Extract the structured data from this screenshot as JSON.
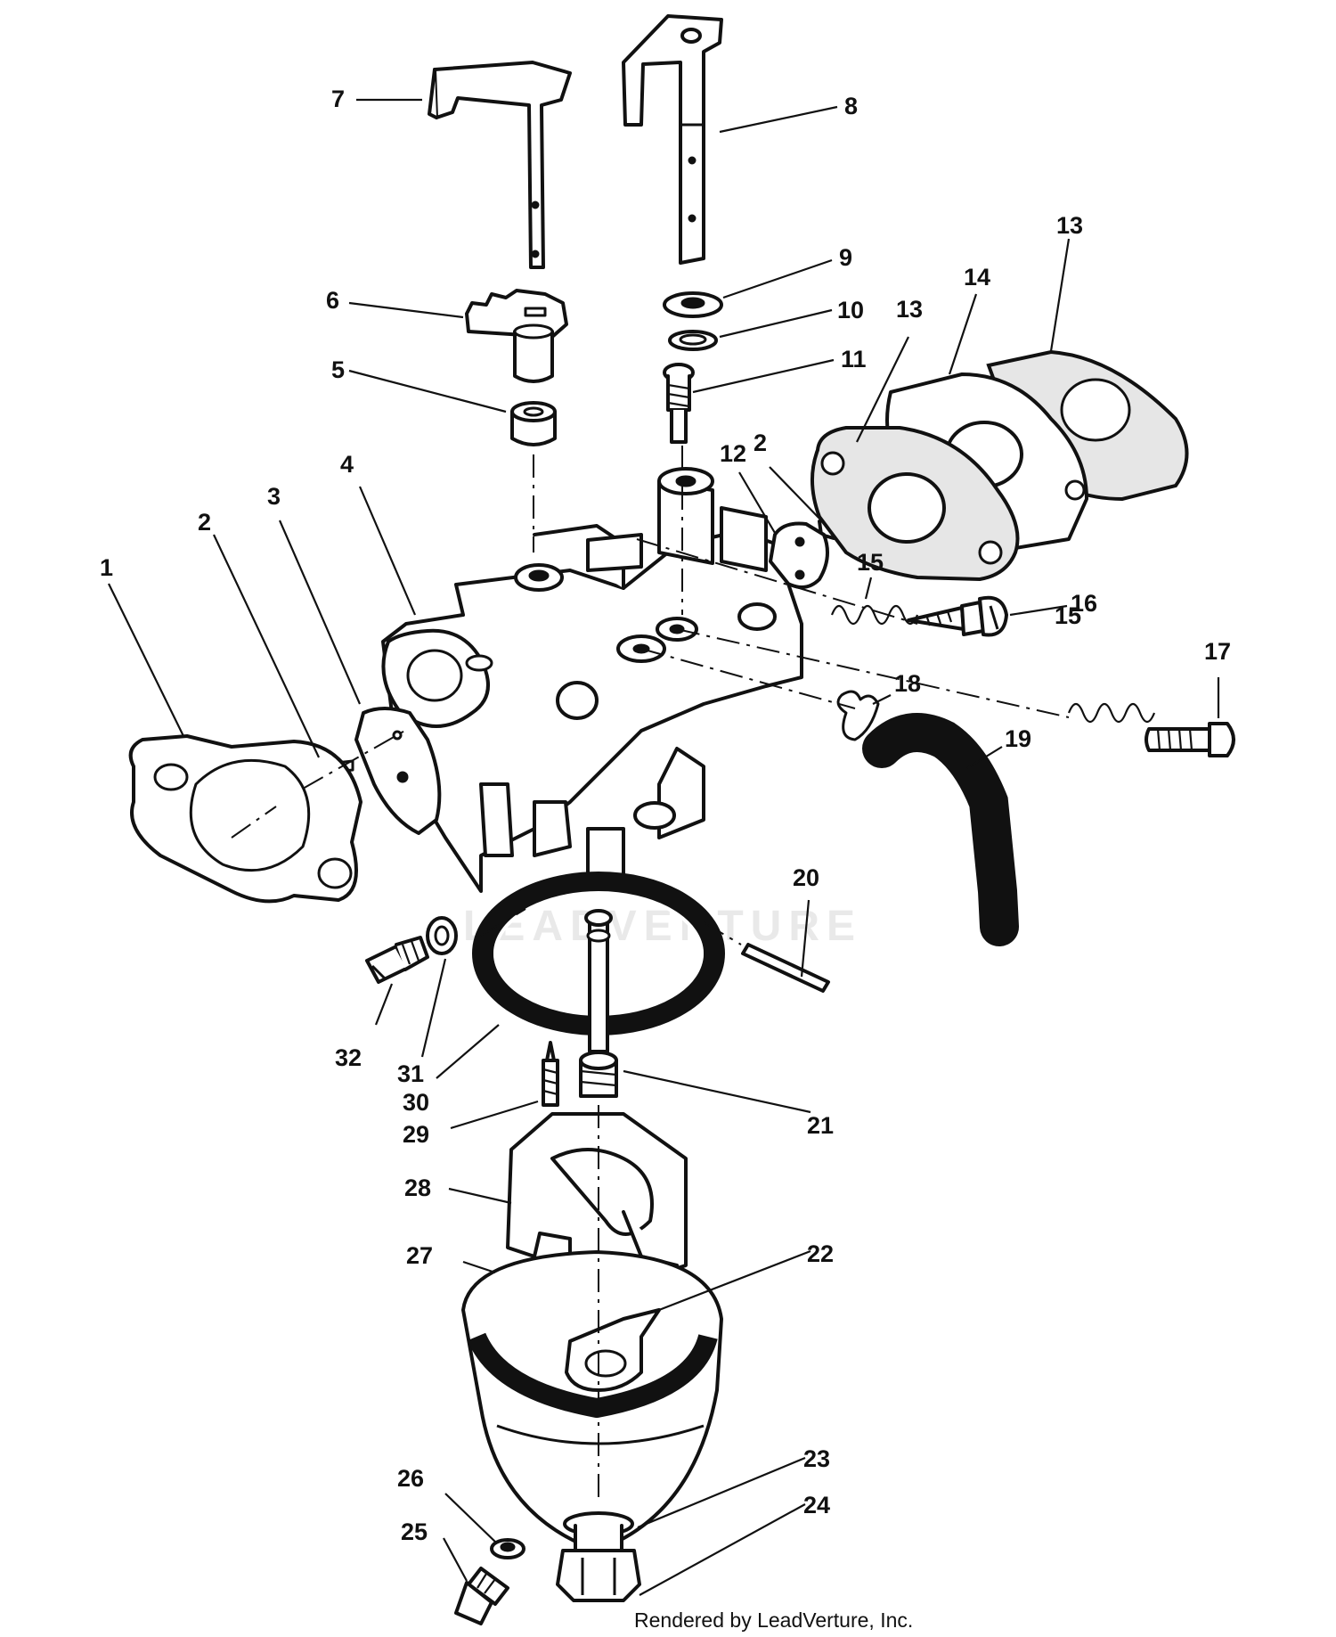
{
  "diagram": {
    "watermark": "LEADVENTURE",
    "credit": "Rendered by LeadVerture, Inc.",
    "callouts": [
      {
        "id": "c7",
        "label": "7"
      },
      {
        "id": "c8",
        "label": "8"
      },
      {
        "id": "c6",
        "label": "6"
      },
      {
        "id": "c5",
        "label": "5"
      },
      {
        "id": "c9",
        "label": "9"
      },
      {
        "id": "c10",
        "label": "10"
      },
      {
        "id": "c11",
        "label": "11"
      },
      {
        "id": "c4",
        "label": "4"
      },
      {
        "id": "c3",
        "label": "3"
      },
      {
        "id": "c2a",
        "label": "2"
      },
      {
        "id": "c1",
        "label": "1"
      },
      {
        "id": "c12",
        "label": "12"
      },
      {
        "id": "c2b",
        "label": "2"
      },
      {
        "id": "c13a",
        "label": "13"
      },
      {
        "id": "c14",
        "label": "14"
      },
      {
        "id": "c13b",
        "label": "13"
      },
      {
        "id": "c15a",
        "label": "15"
      },
      {
        "id": "c16",
        "label": "16"
      },
      {
        "id": "c15b",
        "label": "15"
      },
      {
        "id": "c17",
        "label": "17"
      },
      {
        "id": "c18",
        "label": "18"
      },
      {
        "id": "c19",
        "label": "19"
      },
      {
        "id": "c20",
        "label": "20"
      },
      {
        "id": "c21",
        "label": "21"
      },
      {
        "id": "c22",
        "label": "22"
      },
      {
        "id": "c23",
        "label": "23"
      },
      {
        "id": "c24",
        "label": "24"
      },
      {
        "id": "c25",
        "label": "25"
      },
      {
        "id": "c26",
        "label": "26"
      },
      {
        "id": "c27",
        "label": "27"
      },
      {
        "id": "c28",
        "label": "28"
      },
      {
        "id": "c29",
        "label": "29"
      },
      {
        "id": "c30",
        "label": "30"
      },
      {
        "id": "c31",
        "label": "31"
      },
      {
        "id": "c32",
        "label": "32"
      }
    ]
  }
}
